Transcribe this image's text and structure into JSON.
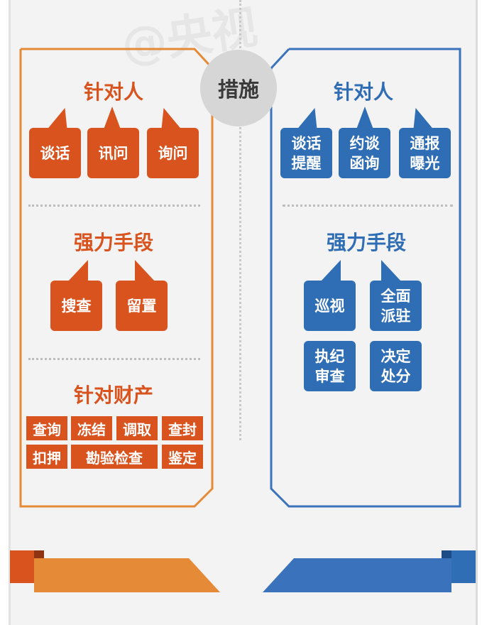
{
  "watermark": "@央视",
  "center": {
    "label": "措施"
  },
  "left": {
    "section1": {
      "title": "针对人",
      "items": [
        "谈话",
        "讯问",
        "询问"
      ]
    },
    "section2": {
      "title": "强力手段",
      "items": [
        "搜查",
        "留置"
      ]
    },
    "section3": {
      "title": "针对财产",
      "row1": [
        "查询",
        "冻结",
        "调取",
        "查封"
      ],
      "row2": [
        "扣押",
        "勘验检查",
        "鉴定"
      ]
    }
  },
  "right": {
    "section1": {
      "title": "针对人",
      "items": [
        "谈话\n提醒",
        "约谈\n函询",
        "通报\n曝光"
      ]
    },
    "section2": {
      "title": "强力手段",
      "items": [
        "巡视",
        "全面\n派驻",
        "执纪\n审查",
        "决定\n处分"
      ]
    }
  },
  "colors": {
    "orange": "#d9531e",
    "blue": "#2f6db5",
    "ribbon_orange": "#e58a36",
    "ribbon_blue": "#3a72bb"
  }
}
